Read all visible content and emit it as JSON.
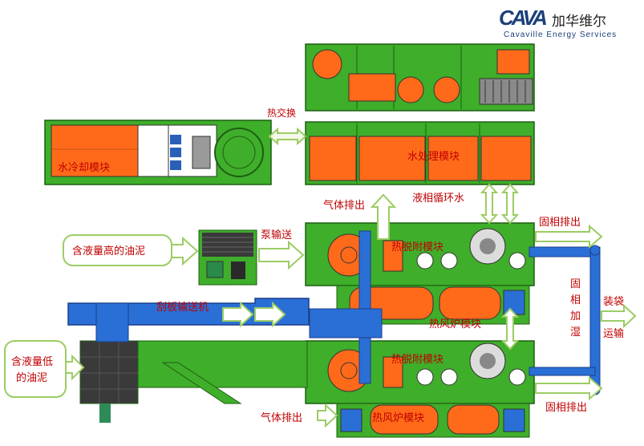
{
  "logo": {
    "mark": "CAVA",
    "name_cn": "加华维尔",
    "name_en": "Cavaville Energy Services"
  },
  "modules": {
    "water_cooling": "水冷却模块",
    "water_treatment": "水处理模块",
    "thermal_desorption_1": "热脱附模块",
    "thermal_desorption_2": "热脱附模块",
    "hot_air_furnace_1": "热风炉模块",
    "hot_air_furnace_2": "热风炉模块",
    "scraper_conveyor": "刮板输送机"
  },
  "flows": {
    "heat_exchange": "热交换",
    "gas_exhaust_top": "气体排出",
    "liquid_recirculation": "液相循环水",
    "pump_transfer": "泵输送",
    "solid_discharge_top": "固相排出",
    "solid_humidify": "固\n相\n加\n湿",
    "bagging_1": "装袋",
    "bagging_2": "运输",
    "solid_discharge_bottom": "固相排出",
    "gas_exhaust_bottom": "气体排出"
  },
  "inputs": {
    "high_liquid_sludge": "含液量高的油泥",
    "low_liquid_sludge_1": "含液量低",
    "low_liquid_sludge_2": "的油泥"
  },
  "colors": {
    "skid_green": "#3fae2a",
    "module_orange": "#ff6a1a",
    "conveyor_blue": "#2a6fd6",
    "arrow_green": "#9ccc65",
    "label_red": "#c00000"
  }
}
